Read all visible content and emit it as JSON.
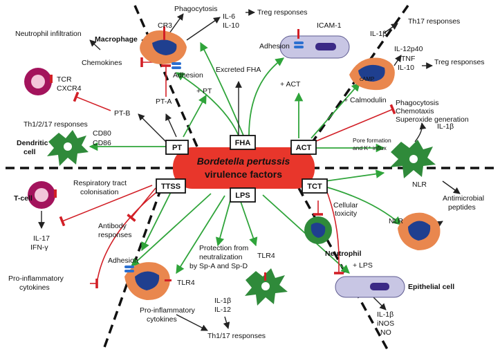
{
  "colors": {
    "activation_arrow": "#2fa43a",
    "inhibition_line": "#d21f26",
    "neutral_arrow": "#222222",
    "center_fill": "#e8362b",
    "macrophage": "#e9874e",
    "nucleus": "#1f3f8f",
    "dendritic": "#2f8a3a",
    "tcell": "#a3135c",
    "epithelial": "#c8c6e4"
  },
  "center": {
    "line1": "Bordetella pertussis",
    "line2": "virulence factors"
  },
  "factors": {
    "pt": "PT",
    "fha": "FHA",
    "act": "ACT",
    "ttss": "TTSS",
    "lps": "LPS",
    "tct": "TCT"
  },
  "labels": {
    "phagocytosis_top": "Phagocytosis",
    "il6": "IL-6",
    "il10_mac": "IL-10",
    "treg_top": "Treg responses",
    "cr3": "CR3",
    "neutrophil_infiltration": "Neutrophil infiltration",
    "macrophage": "Macrophage",
    "chemokines": "Chemokines",
    "adhesion_mac": "Adhesion",
    "excreted_fha": "Excreted FHA",
    "plus_pt": "+ PT",
    "pt_a": "PT-A",
    "pt_b": "PT-B",
    "tcr": "TCR",
    "cxcr4": "CXCR4",
    "th1217_left": "Th1/2/17 responses",
    "cd80": "CD80",
    "cd86": "CD86",
    "dendritic_cell": "Dendritic",
    "dendritic_cell2": "cell",
    "icam1": "ICAM-1",
    "adhesion_top": "Adhesion",
    "plus_act": "+ ACT",
    "il1b_top": "IL-1β",
    "th17_top": "Th17 responses",
    "il12p40": "IL-12p40",
    "tnf": "TNF",
    "il10_right": "IL-10",
    "treg_right": "Treg responses",
    "camp": "cAMP",
    "plus_calmodulin": "+ Calmodulin",
    "phago_right": "Phagocytosis",
    "chemotaxis": "Chemotaxis",
    "superoxide": "Superoxide generation",
    "pore1": "Pore formation",
    "pore2": "and K⁺ influx",
    "il1b_right": "IL-1β",
    "nlr1": "NLR",
    "antimicrobial1": "Antimicrobial",
    "antimicrobial2": "peptides",
    "nlr2": "NLR",
    "cellular1": "Cellular",
    "cellular2": "toxicity",
    "neutrophil": "Neutrophil",
    "plus_lps": "+ LPS",
    "epithelial_cell": "Epithelial cell",
    "il1b_epi": "IL-1β",
    "inos": "iNOS",
    "no": "NO",
    "tcell": "T-cell",
    "resp1": "Respiratory tract",
    "resp2": "colonisation",
    "antibody1": "Antibody",
    "antibody2": "responses",
    "il17": "IL-17",
    "ifng": "IFN-γ",
    "adhesion_bottom": "Adhesion",
    "tlr4_left": "TLR4",
    "proinf_left1": "Pro-inflammatory",
    "proinf_left2": "cytokines",
    "proinf_bot1": "Pro-inflammatory",
    "proinf_bot2": "cytokines",
    "protection1": "Protection from",
    "protection2": "neutralization",
    "protection3": "by Sp-A and Sp-D",
    "tlr4_center": "TLR4",
    "il1b_bottom": "IL-1β",
    "il12_bottom": "IL-12",
    "th117_bottom": "Th1/17 responses"
  }
}
